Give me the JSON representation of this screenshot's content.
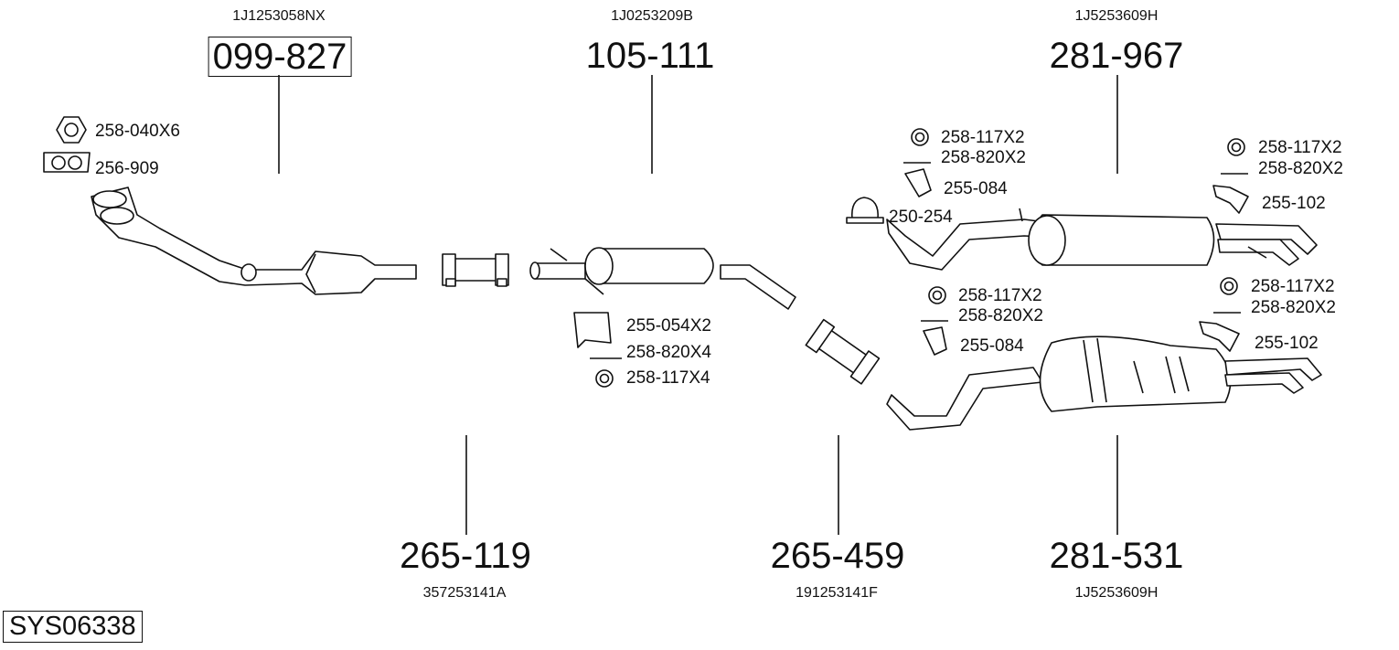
{
  "system_code": "SYS06338",
  "parts": [
    {
      "part_number": "099-827",
      "oe_number": "1J1253058NX",
      "boxed": true
    },
    {
      "part_number": "105-111",
      "oe_number": "1J0253209B"
    },
    {
      "part_number": "281-967",
      "oe_number": "1J5253609H"
    },
    {
      "part_number": "265-119",
      "oe_number": "357253141A"
    },
    {
      "part_number": "265-459",
      "oe_number": "191253141F"
    },
    {
      "part_number": "281-531",
      "oe_number": "1J5253609H"
    }
  ],
  "accessories": {
    "nut": "258-040X6",
    "gasket": "256-909",
    "hanger_front": "255-054X2",
    "bolt_front": "258-820X4",
    "ring_front": "258-117X4",
    "ring_a": "258-117X2",
    "bolt_a": "258-820X2",
    "hanger_a": "255-084",
    "clamp": "250-254",
    "ring_b": "258-117X2",
    "bolt_b": "258-820X2",
    "hanger_b": "255-102",
    "ring_c": "258-117X2",
    "bolt_c": "258-820X2",
    "hanger_c": "255-084",
    "ring_d": "258-117X2",
    "bolt_d": "258-820X2",
    "hanger_d": "255-102"
  }
}
